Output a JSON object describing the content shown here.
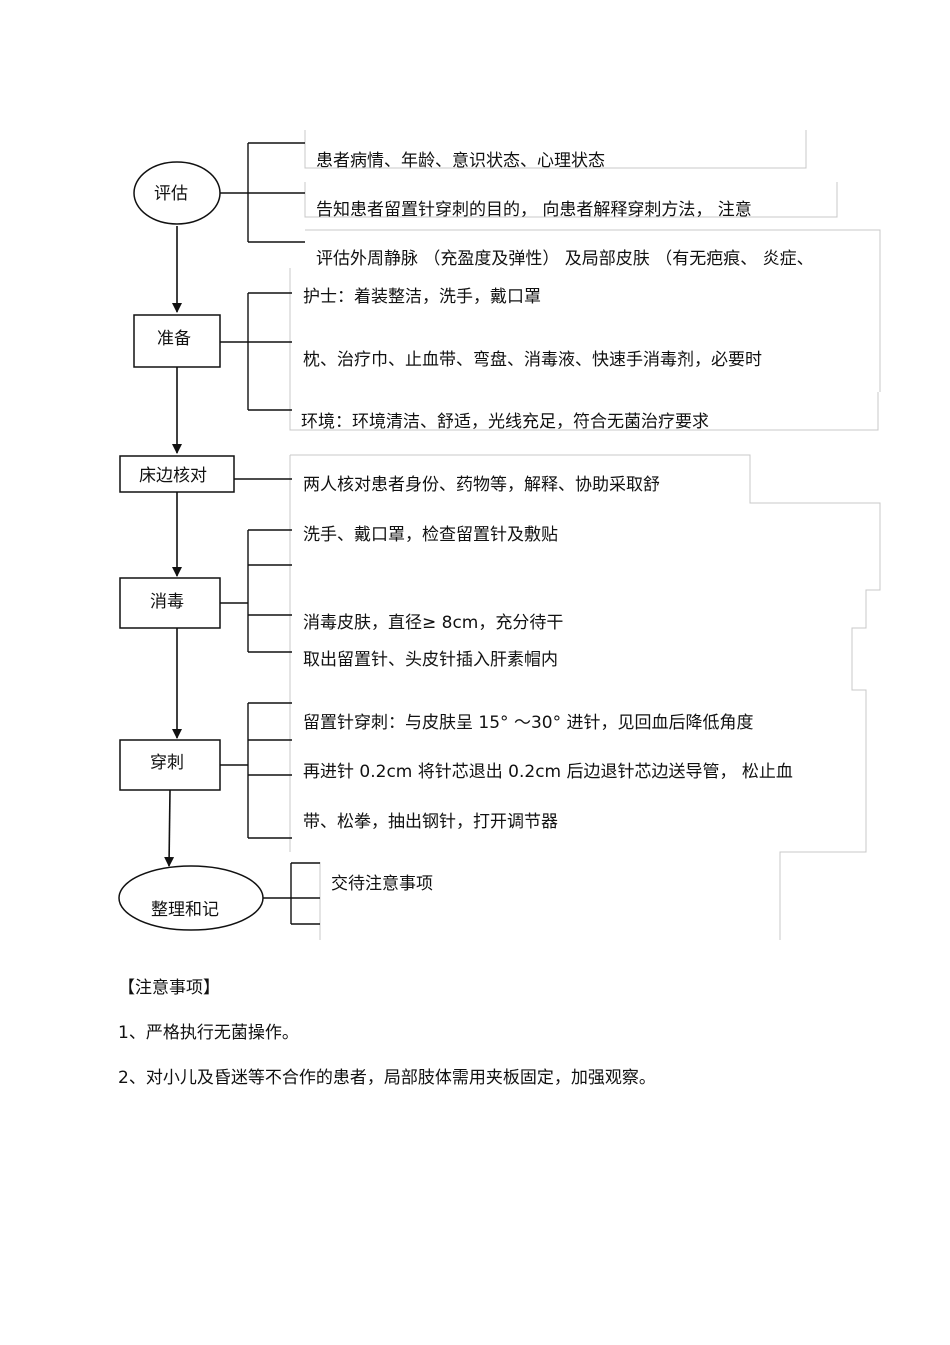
{
  "steps": {
    "assess": "评估",
    "prepare": "准备",
    "bedside_check": "床边核对",
    "disinfect": "消毒",
    "puncture": "穿刺",
    "tidy_record": "整理和记"
  },
  "details": {
    "assess_1": "患者病情、年龄、意识状态、心理状态",
    "assess_2": "告知患者留置针穿刺的目的，   向患者解释穿刺方法，   注意",
    "assess_3": "评估外周静脉 （充盈度及弹性） 及局部皮肤 （有无疤痕、 炎症、",
    "prepare_1": "护士：着装整洁，洗手，戴口罩",
    "prepare_2": "枕、治疗巾、止血带、弯盘、消毒液、快速手消毒剂，必要时",
    "prepare_3": "环境：环境清洁、舒适，光线充足，符合无菌治疗要求",
    "bedside_1": "两人核对患者身份、药物等，解释、协助采取舒",
    "disinfect_1": "洗手、戴口罩，检查留置针及敷贴",
    "disinfect_2": "消毒皮肤，直径≥ 8cm，充分待干",
    "disinfect_3": "取出留置针、头皮针插入肝素帽内",
    "puncture_1": "留置针穿刺：与皮肤呈  15° ～30° 进针，见回血后降低角度",
    "puncture_2": "再进针  0.2cm 将针芯退出  0.2cm 后边退针芯边送导管，  松止血",
    "puncture_3": "带、松拳，抽出钢针，打开调节器",
    "tidy_1": "交待注意事项"
  },
  "notes": {
    "heading": "【注意事项】",
    "item_1": "1、严格执行无菌操作。",
    "item_2": "2、对小儿及昏迷等不合作的患者，局部肢体需用夹板固定，加强观察。"
  }
}
